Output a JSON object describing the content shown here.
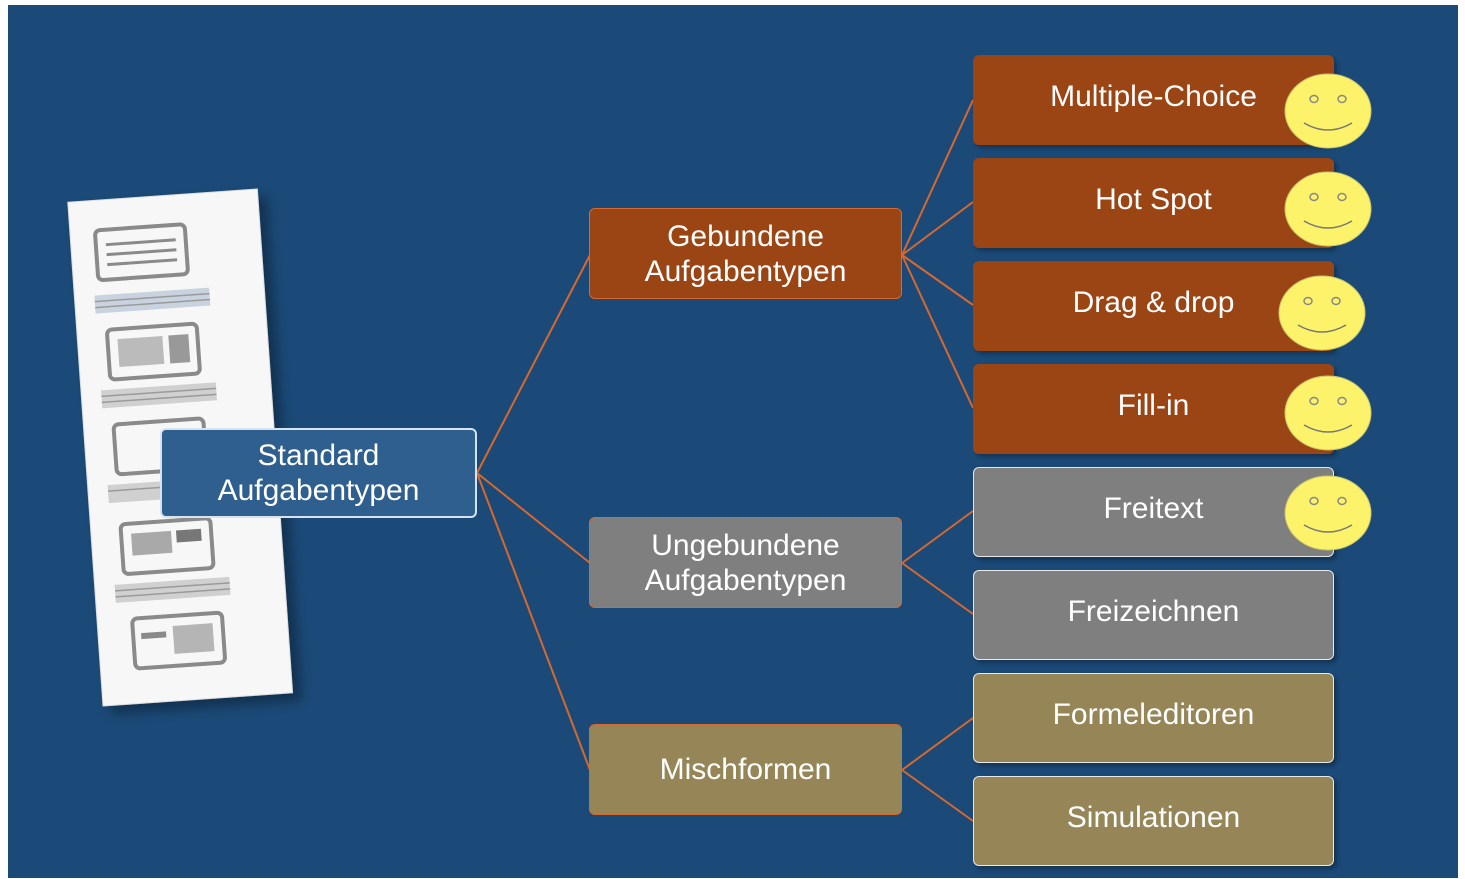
{
  "colors": {
    "background": "#1b4a78",
    "root": "#2f5f8e",
    "bound": "#9b4414",
    "unbound": "#7f7f7f",
    "mixed": "#968657",
    "connector": "#d7682e",
    "smiley": "#fdf36a"
  },
  "root": {
    "label": "Standard\nAufgabentypen"
  },
  "groups": [
    {
      "id": "gebunden",
      "label": "Gebundene\nAufgabentypen",
      "items": [
        {
          "label": "Multiple-Choice",
          "smiley": true
        },
        {
          "label": "Hot Spot",
          "smiley": true
        },
        {
          "label": "Drag & drop",
          "smiley": true
        },
        {
          "label": "Fill-in",
          "smiley": true
        }
      ]
    },
    {
      "id": "ungebunden",
      "label": "Ungebundene\nAufgabentypen",
      "items": [
        {
          "label": "Freitext",
          "smiley": true
        },
        {
          "label": "Freizeichnen",
          "smiley": false
        }
      ]
    },
    {
      "id": "misch",
      "label": "Mischformen",
      "items": [
        {
          "label": "Formeleditoren",
          "smiley": false
        },
        {
          "label": "Simulationen",
          "smiley": false
        }
      ]
    }
  ],
  "icons": {
    "document": "document-list-icon",
    "smiley": "smiley-face-icon"
  }
}
